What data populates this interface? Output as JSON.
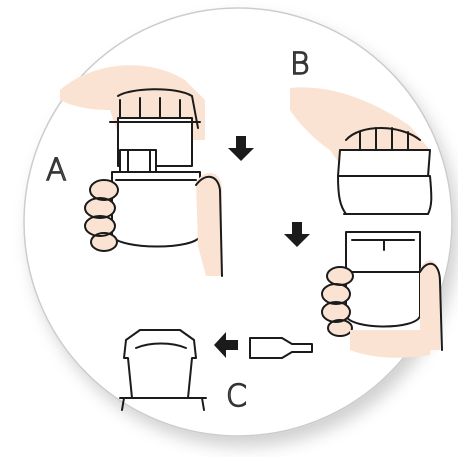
{
  "labels": {
    "step_a": "A",
    "step_b": "B",
    "step_c": "C"
  },
  "colors": {
    "background": "#ffffff",
    "circle_fill": "#ffffff",
    "circle_stroke": "#c9c9c9",
    "skin": "#fbe3d3",
    "ink": "#1b1b1b",
    "letter": "#333333"
  },
  "icons": [
    "hand-icon",
    "arrow-down-icon",
    "arrow-left-icon",
    "lens-hood-icon",
    "lens-cap-icon"
  ]
}
